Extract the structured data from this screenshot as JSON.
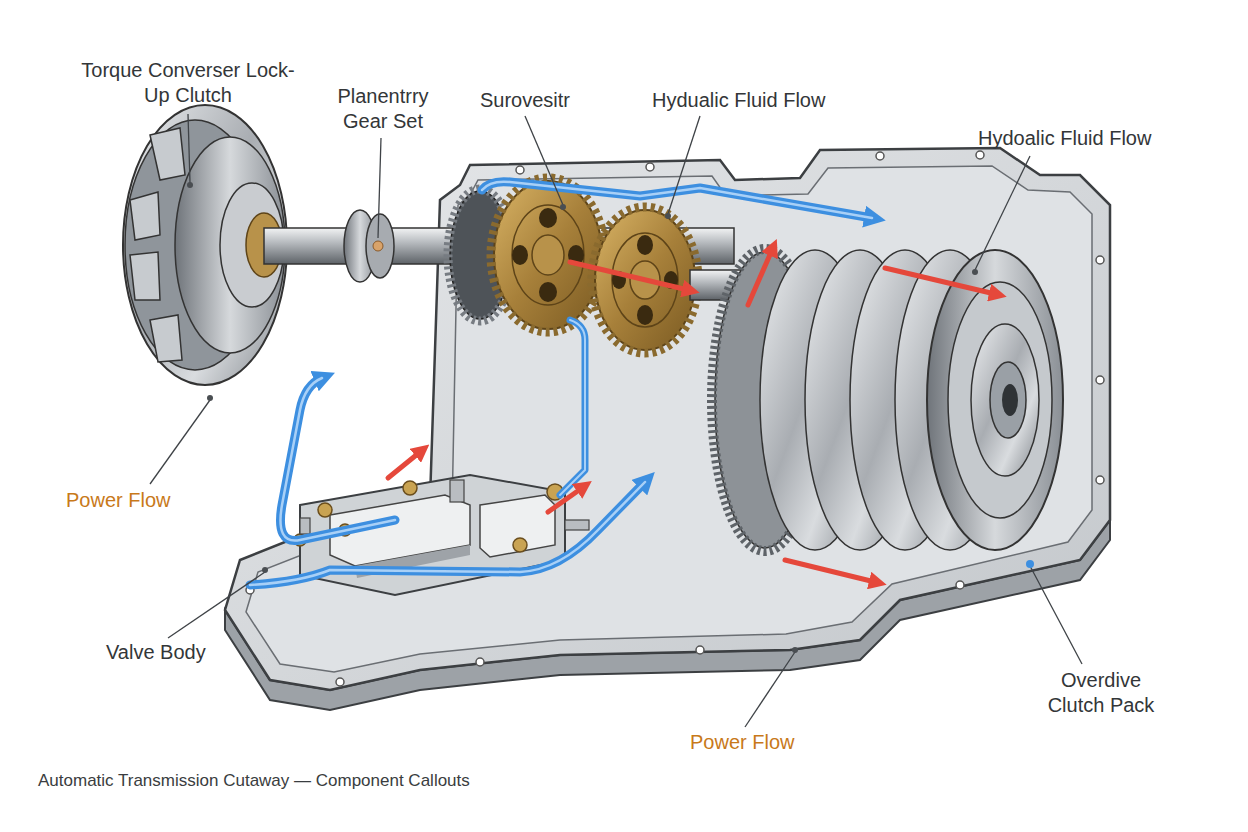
{
  "diagram": {
    "caption": "Automatic Transmission Cutaway — Component Callouts",
    "labels": [
      "Torque Converser Lock-Up Clutch",
      "Planentrry Gear Set",
      "Surovesitr",
      "Hydualic Fluid Flow",
      "Hydoalic Fluid Flow",
      "Power Flow",
      "Valve Body",
      "Power Flow",
      "Overdive Clutch Pack"
    ]
  }
}
